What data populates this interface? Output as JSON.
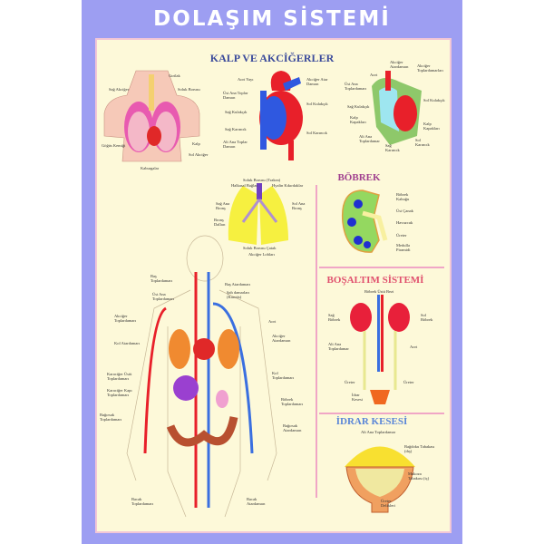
{
  "title": "DOLAŞIM SİSTEMİ",
  "sections": {
    "heart_lungs": "KALP VE AKCİĞERLER",
    "kidney": "BÖBREK",
    "excretory": "BOŞALTIM SİSTEMİ",
    "bladder": "İDRAR KESESİ"
  },
  "labels": {
    "chest": [
      "Gırtlak",
      "Sağ Akciğer",
      "Soluk Borusu",
      "Göğüs Kemiği",
      "Kalp",
      "Sol Akciğer",
      "Kaburgalar"
    ],
    "heart": [
      "Aort Yayı",
      "Akciğer Atar Damarı",
      "Üst Ana Toplar Damarı",
      "Sol Kulakçık",
      "Sağ Kulakçık",
      "Sağ Karıncık",
      "Sol Karıncık",
      "Alt Ana Toplar Damarı"
    ],
    "heart_section": [
      "Akciğer Atardamarı",
      "Aort",
      "Akciğer Toplardamarları",
      "Üst Ana Toplardamarı",
      "Sağ Kulakçık",
      "Sol Kulakçık",
      "Kalp Kapakları",
      "Kalp Kapakları",
      "Alt Ana Toplardamar",
      "Sağ Karıncık",
      "Sol Karıncık"
    ],
    "lungs": [
      "Soluk Borusu (Trakea)",
      "Halkasal Bağlar",
      "Hyalin Kıkırdaklar",
      "Sağ Ana Bronş",
      "Sol Ana Bronş",
      "Bronş Dalları",
      "Soluk Borusu Çatalı",
      "Akciğer Lobları"
    ],
    "body": [
      "Baş Toplardamarı",
      "Baş Atardamarı",
      "Üst Ana Toplardamarı",
      "Şah damarları (Karotis)",
      "Akciğer Toplardamarı",
      "Aort",
      "Kol Atardamarı",
      "Akciğer Atardamarı",
      "Karaciğer Üstü Toplardamarı",
      "Kol Toplardamarı",
      "Karaciğer Kapı Toplardamarı",
      "Böbrek Toplardamarı",
      "Bağırsak Toplardamarı",
      "Bağırsak Atardamarı",
      "Bacak Toplardamarı",
      "Bacak Atardamarı"
    ],
    "kidney": [
      "Böbrek Kabuğu",
      "Üst Çanak",
      "Havuzcuk",
      "Üreter",
      "Medulla Piramidi"
    ],
    "excretory": [
      "Böbrek Üstü Bezi",
      "Sağ Böbrek",
      "Sol Böbrek",
      "Alt Ana Toplardamar",
      "Aort",
      "Üreter",
      "Üreter",
      "İdrar Kesesi"
    ],
    "bladder": [
      "Alt Ana Toplardamar",
      "Bağdoku Tabakası (dış)",
      "Mukoza Tabakası (iç)",
      "Üreter Delikleri"
    ]
  },
  "colors": {
    "frame": "#9d9ef2",
    "panel": "#fdf9d9",
    "artery": "#e8202a",
    "vein": "#3a6fe0",
    "section_blue": "#3b4b9b",
    "section_purple": "#a0408f",
    "section_red": "#e0506e",
    "section_lightblue": "#5a86d8"
  }
}
